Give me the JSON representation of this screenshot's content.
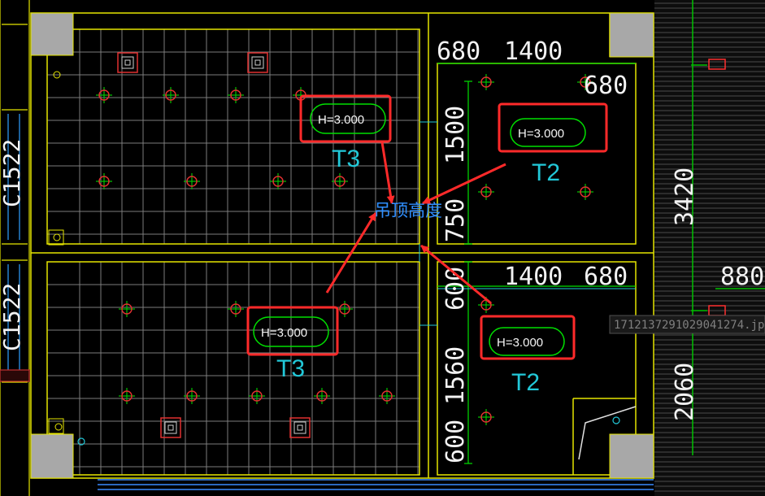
{
  "drawing": {
    "dimensions": {
      "top_680": "680",
      "top_1400": "1400",
      "r_680_upper": "680",
      "v_1500": "1500",
      "v_750": "750",
      "v_600": "600",
      "v_1560": "1560",
      "v_600_low": "600",
      "mid_1400": "1400",
      "mid_680": "680",
      "right_3420": "3420",
      "right_2060": "2060",
      "right_880": "880"
    },
    "window_tags": [
      "C1522",
      "C1522"
    ],
    "rooms": [
      {
        "id": "top-left",
        "label": "T3",
        "height_tag": "H=3.000"
      },
      {
        "id": "top-right",
        "label": "T2",
        "height_tag": "H=3.000"
      },
      {
        "id": "bottom-left",
        "label": "T3",
        "height_tag": "H=3.000"
      },
      {
        "id": "bottom-right",
        "label": "T2",
        "height_tag": "H=3.000"
      }
    ],
    "annotation": "吊顶高度",
    "ref_text": "1712137291029041274.jp",
    "colors": {
      "wall": "#e6e600",
      "grid": "#7d7d7d",
      "dimension": "#00e000",
      "room_label": "#22c8d8",
      "highlight": "#ff2a2a",
      "light": "#e03030"
    }
  }
}
